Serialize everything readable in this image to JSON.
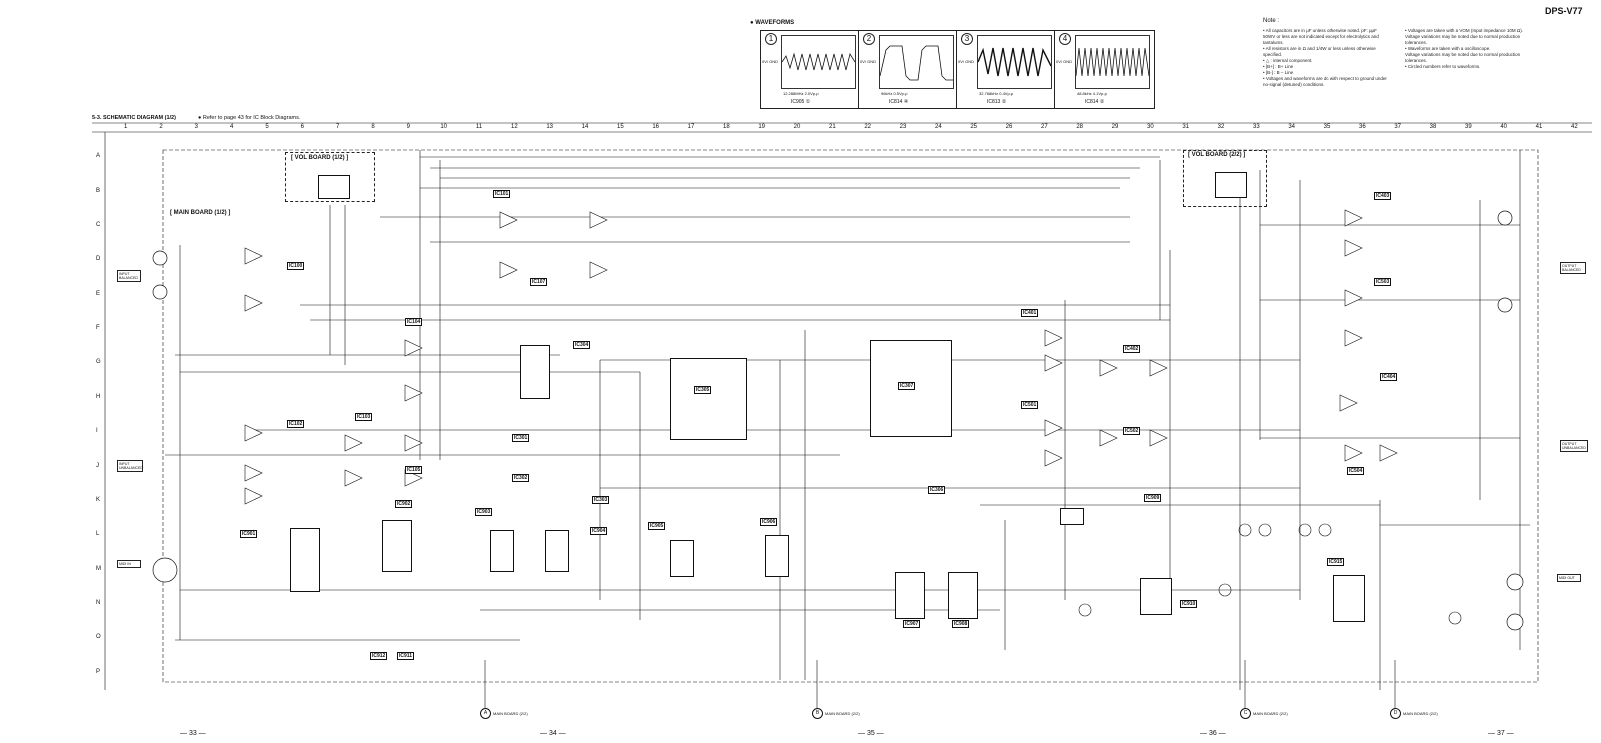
{
  "model": "DPS-V77",
  "waveforms": {
    "title": "● WAVEFORMS",
    "gnd_label": "0V/ GND",
    "cells": [
      {
        "num": "1",
        "value": "12.288MHz     2.0Vp-p",
        "ic": "IC905 ①"
      },
      {
        "num": "2",
        "value": "96kHz     0.5Vp-p",
        "ic": "IC814 ④"
      },
      {
        "num": "3",
        "value": "32.768kHz     0.4Vp-p",
        "ic": "IC813 ②"
      },
      {
        "num": "4",
        "value": "48.8kHz     4.1Vp-p",
        "ic": "IC814 ②"
      }
    ]
  },
  "notes": {
    "title": "Note :",
    "left": [
      "• All capacitors are in μF unless otherwise noted. pF: μμF",
      "  50WV or less are not indicated except for electrolytics and",
      "  tantalums.",
      "• All resistors are in Ω and 1/4W or less unless otherwise",
      "  specified.",
      "• △ : internal component.",
      "• [B+] : B+ Line",
      "• [B-] : B – Line",
      "• Voltages and waveforms are dc with respect to ground under",
      "  no-signal (detuned) conditions."
    ],
    "right": [
      "• Voltages are taken with a VOM (Input impedance 10M Ω).",
      "  Voltage variations may be noted due to normal production",
      "  tolerances.",
      "• Waveforms are taken with a oscilloscope.",
      "  Voltage variations may be noted due to normal production",
      "  tolerances.",
      "• Circled numbers refer to waveforms."
    ]
  },
  "schematic": {
    "title": "5-3. SCHEMATIC DIAGRAM (1/2)",
    "ref": "● Refer to page 43 for IC Block Diagrams.",
    "columns": [
      "1",
      "2",
      "3",
      "4",
      "5",
      "6",
      "7",
      "8",
      "9",
      "10",
      "11",
      "12",
      "13",
      "14",
      "15",
      "16",
      "17",
      "18",
      "19",
      "20",
      "21",
      "22",
      "23",
      "24",
      "25",
      "26",
      "27",
      "28",
      "29",
      "30",
      "31",
      "32",
      "33",
      "34",
      "35",
      "36",
      "37",
      "38",
      "39",
      "40",
      "41",
      "42"
    ],
    "rows": [
      "A",
      "B",
      "C",
      "D",
      "E",
      "F",
      "G",
      "H",
      "I",
      "J",
      "K",
      "L",
      "M",
      "N",
      "O",
      "P"
    ],
    "boards": {
      "vol1": "[ VOL BOARD (1/2) ]",
      "vol2": "[ VOL BOARD (2/2) ]",
      "main": "[ MAIN BOARD (1/2) ]"
    },
    "ics": [
      "IC100",
      "IC101",
      "IC105",
      "IC107",
      "IC102",
      "IC103",
      "IC104",
      "IC106",
      "IC304",
      "IC301",
      "IC302",
      "IC303",
      "IC304",
      "IC305",
      "IC306",
      "IC307",
      "IC401",
      "IC402",
      "IC501",
      "IC502",
      "IC403",
      "IC503",
      "IC404",
      "IC504",
      "IC901",
      "IC902",
      "IC903",
      "IC904",
      "IC905",
      "IC906",
      "IC907",
      "IC908",
      "IC909",
      "IC910",
      "IC911",
      "IC912",
      "IC915"
    ],
    "connectors": [
      {
        "letter": "A",
        "label": "MAIN BOARD (2/2)"
      },
      {
        "letter": "B",
        "label": "MAIN BOARD (2/2)"
      },
      {
        "letter": "C",
        "label": "MAIN BOARD (2/2)"
      },
      {
        "letter": "D",
        "label": "MAIN BOARD (2/2)"
      }
    ],
    "side_labels": {
      "input_balanced": "INPUT BALANCED",
      "input_unbalanced": "INPUT UNBALANCED",
      "output_balanced": "OUTPUT BALANCED",
      "output_unbalanced": "OUTPUT UNBALANCED",
      "midi_in": "MIDI IN",
      "midi_out": "MIDI OUT"
    }
  },
  "pages": [
    "— 33 —",
    "— 34 —",
    "— 35 —",
    "— 36 —",
    "— 37 —"
  ]
}
